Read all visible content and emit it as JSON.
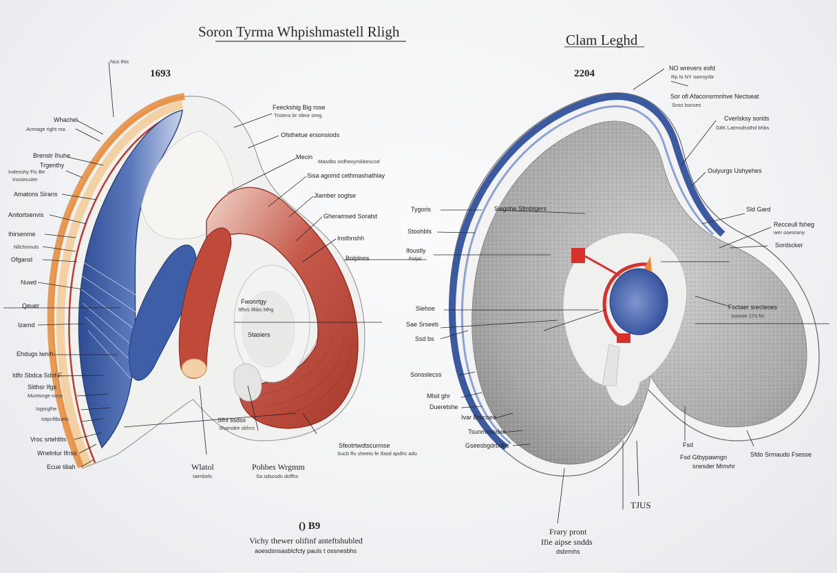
{
  "left_panel": {
    "title": "Soron Tyrma Whpishmastell Rligh",
    "year": "1693",
    "labels_left": [
      {
        "text": "Nus this",
        "sub": ""
      },
      {
        "text": "Whachel",
        "sub": ""
      },
      {
        "text": "Acmage right ma",
        "sub": ""
      },
      {
        "text": "Brenstr Ihuhe",
        "sub": ""
      },
      {
        "text": "Trgenthy",
        "sub": "Indesshy Fic Be"
      },
      {
        "text": "Insstecuter",
        "sub": ""
      },
      {
        "text": "Amatons Sirans",
        "sub": ""
      },
      {
        "text": "Anitortsenvis",
        "sub": ""
      },
      {
        "text": "Ihirsenme",
        "sub": ""
      },
      {
        "text": "Nllchsmuls",
        "sub": ""
      },
      {
        "text": "Ofgansl",
        "sub": ""
      },
      {
        "text": "Nuwd",
        "sub": ""
      },
      {
        "text": "Qeuer",
        "sub": ""
      },
      {
        "text": "Izamd",
        "sub": ""
      },
      {
        "text": "Ehdugs lwnih",
        "sub": ""
      },
      {
        "text": "Idfo Sbdca Sdof F",
        "sub": ""
      },
      {
        "text": "Slithsr Ifgs",
        "sub": "Muntsnge nnce"
      },
      {
        "text": "Isgsrglhe",
        "sub": "Iotpcfilbuels"
      },
      {
        "text": "Vroc srtehltts",
        "sub": ""
      },
      {
        "text": "Wnelntur Ifnss",
        "sub": ""
      },
      {
        "text": "Ecue tiliah",
        "sub": ""
      }
    ],
    "labels_right": [
      {
        "text": "Feeckshig Big rose",
        "sub": "Trstens br sfeor oreg"
      },
      {
        "text": "Ofsthetue ersonsiods",
        "sub": ""
      },
      {
        "text": "Mecin",
        "sub": "Masdbs ordheoyrskbescod"
      },
      {
        "text": "Sisa agomd cethmashathlay",
        "sub": ""
      },
      {
        "text": "Jlamber sogtse",
        "sub": ""
      },
      {
        "text": "Gheramsed Soratst",
        "sub": ""
      },
      {
        "text": "Insthnshh",
        "sub": ""
      },
      {
        "text": "Bolplnos",
        "sub": ""
      }
    ],
    "inner_labels": [
      {
        "text": "Fwonrtgy",
        "sub": ""
      },
      {
        "text": "Itfhrs ifhbs Mhg",
        "sub": ""
      },
      {
        "text": "Stasiers",
        "sub": ""
      }
    ],
    "bottom_labels": [
      {
        "text": "Sfeotrtwdtscurmse",
        "sub": "Sucb ffu sheeto fe Ifasd apdhs ado"
      },
      {
        "text": "Sfhl ssdss",
        "sub": "Sharsdre skfcrs"
      },
      {
        "text": "Wlatol",
        "sub": "Iaimbels"
      },
      {
        "text": "Pohbes Wrgmm",
        "sub": "Sa sdsosds doffhs"
      }
    ],
    "footer_mark": "() B9",
    "footer_text": "Vichy thewer olifinf anteftshubled",
    "footer_sub": "aoesdsnsasblcfcty  pauls t ossnesbhs"
  },
  "right_panel": {
    "title": "Clam Leghd",
    "year": "2204",
    "labels_top": [
      {
        "text": "NO wrevers esfd",
        "sub": "Rp lo NY ownsyrbr"
      },
      {
        "text": "Sor ofl Afaconsrmnhve Nectseat",
        "sub": "Snss bsnses"
      },
      {
        "text": "Cverlsksy sorids",
        "sub": "GtlK Latmsdssthd bhbs"
      },
      {
        "text": "Oulyurgs Ushyehes",
        "sub": ""
      },
      {
        "text": "Sld Gard",
        "sub": ""
      },
      {
        "text": "Recceull fsheg",
        "sub": "wer ooesrany"
      },
      {
        "text": "Sordscker",
        "sub": ""
      },
      {
        "text": "Fsctaer srecleoes",
        "sub": "sossoe 17s fsr"
      }
    ],
    "labels_left": [
      {
        "text": "Tygoris",
        "sub": ""
      },
      {
        "text": "Stoohbls",
        "sub": ""
      },
      {
        "text": "Ifoustly",
        "sub": "Fstjal"
      },
      {
        "text": "Siehoe",
        "sub": "Sae Srseeb"
      },
      {
        "text": "Ssd bs",
        "sub": ""
      },
      {
        "text": "Sonsslecss",
        "sub": ""
      },
      {
        "text": "Mlsit ghr",
        "sub": "Dueretshe"
      },
      {
        "text": "Ivar Brecoee",
        "sub": ""
      },
      {
        "text": "Tsunmnssdes",
        "sub": ""
      },
      {
        "text": "Gseesbgdrbdhs",
        "sub": ""
      }
    ],
    "inner_label": "Swgrihe Sfmbtgers",
    "bottom_labels": [
      {
        "text": "Fsd Gtbypawngn",
        "sub": "snesder Mmvhr"
      },
      {
        "text": "Sfdo Srmaudo Fsesse",
        "sub": ""
      },
      {
        "text": "Fsd",
        "sub": ""
      }
    ],
    "tag": "TJUS",
    "footer_text": "Frary pront",
    "footer_sub": "Ifie aipse sndds",
    "footer_sub2": "dsbrmhs"
  },
  "colors": {
    "blue": "#3b5aa0",
    "red": "#b53a2c",
    "orange": "#e98a36",
    "gray": "#8f8f8f",
    "accent_red": "#d8302a"
  }
}
